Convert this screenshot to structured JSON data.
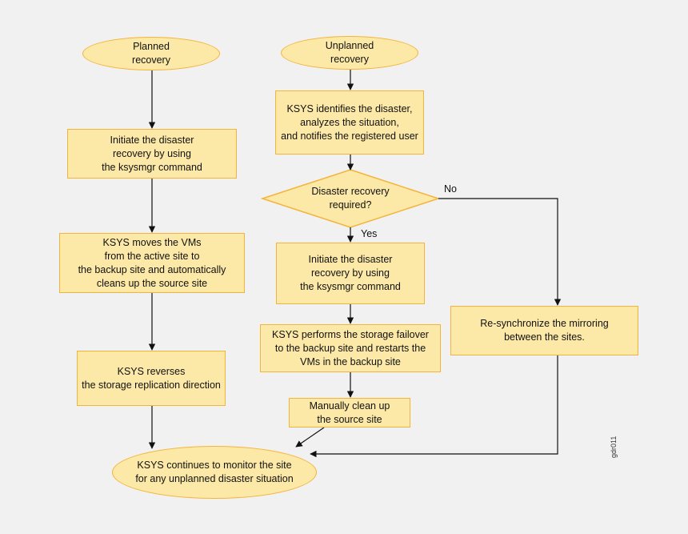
{
  "nodes": {
    "planned": "Planned\nrecovery",
    "unplanned": "Unplanned\nrecovery",
    "ksys_identifies": "KSYS identifies the disaster,\nanalyzes the situation,\nand notifies the registered user",
    "dr_required": "Disaster recovery\nrequired?",
    "initiate_left": "Initiate the disaster\nrecovery by using\nthe ksysmgr command",
    "initiate_mid": "Initiate the disaster\nrecovery by using\nthe ksysmgr command",
    "moves_vms": "KSYS moves the VMs\nfrom the active site to\nthe backup site and automatically\ncleans up the source site",
    "reverses": "KSYS reverses\nthe storage replication direction",
    "storage_failover": "KSYS performs the storage failover\nto the backup site and restarts the\nVMs in the backup site",
    "manual_cleanup": "Manually clean up\nthe source site",
    "resync": "Re-synchronize the mirroring\nbetween the sites.",
    "monitor": "KSYS continues to monitor the site\nfor any unplanned disaster situation"
  },
  "edge_labels": {
    "no": "No",
    "yes": "Yes"
  },
  "figure_id": "gdr011",
  "colors": {
    "fill": "#fde9a7",
    "stroke": "#f4b33a",
    "arrow": "#111111",
    "background": "#f1f1f1"
  }
}
